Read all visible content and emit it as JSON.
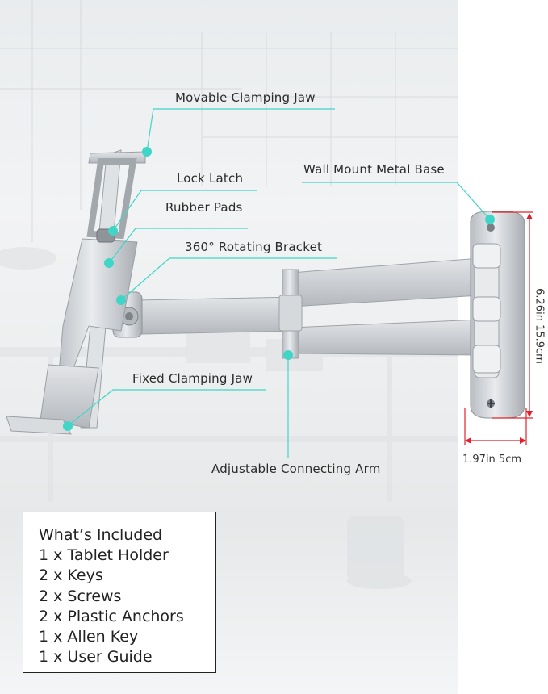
{
  "callouts": {
    "movable_jaw": "Movable Clamping Jaw",
    "lock_latch": "Lock Latch",
    "rubber_pads": "Rubber Pads",
    "rotating_bracket": "360° Rotating Bracket",
    "fixed_jaw": "Fixed Clamping Jaw",
    "connecting_arm": "Adjustable Connecting Arm",
    "wall_base": "Wall Mount Metal Base"
  },
  "dimensions": {
    "height": "6.26in 15.9cm",
    "width": "1.97in 5cm"
  },
  "included": {
    "title": "What’s Included",
    "items": [
      "1 x Tablet Holder",
      "2 x Keys",
      "2 x Screws",
      "2 x Plastic Anchors",
      "1 x Allen Key",
      "1 x User Guide"
    ]
  },
  "colors": {
    "accent": "#3fd6c8",
    "dimension": "#e0202a",
    "product_silver": "#c9ccd0"
  }
}
